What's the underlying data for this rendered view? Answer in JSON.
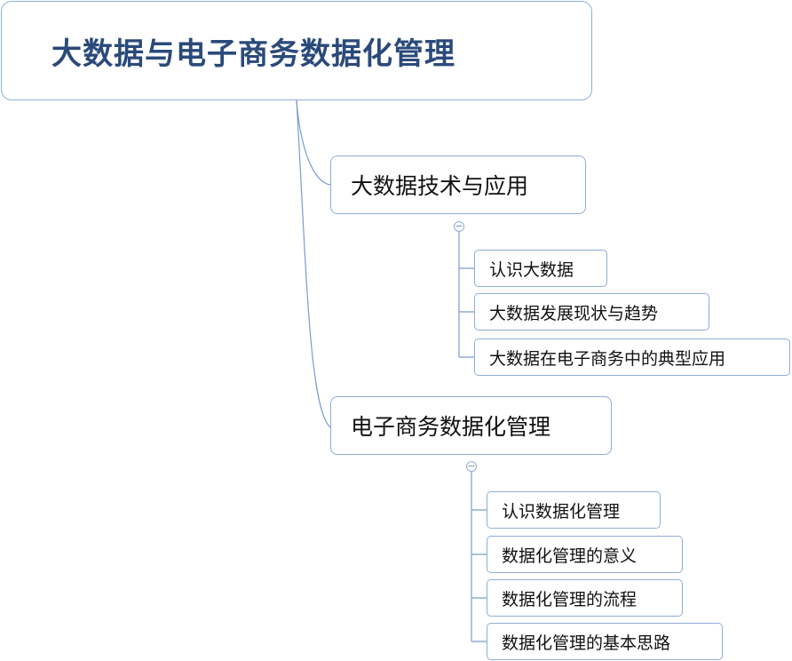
{
  "mindmap": {
    "root": "大数据与电子商务数据化管理",
    "branches": [
      {
        "label": "大数据技术与应用",
        "children": [
          "认识大数据",
          "大数据发展现状与趋势",
          "大数据在电子商务中的典型应用"
        ]
      },
      {
        "label": "电子商务数据化管理",
        "children": [
          "认识数据化管理",
          "数据化管理的意义",
          "数据化管理的流程",
          "数据化管理的基本思路"
        ]
      }
    ]
  },
  "colors": {
    "border": "#8eaed8",
    "root_text": "#2a4a7a",
    "text": "#111111",
    "connector": "#7a9ccc"
  }
}
